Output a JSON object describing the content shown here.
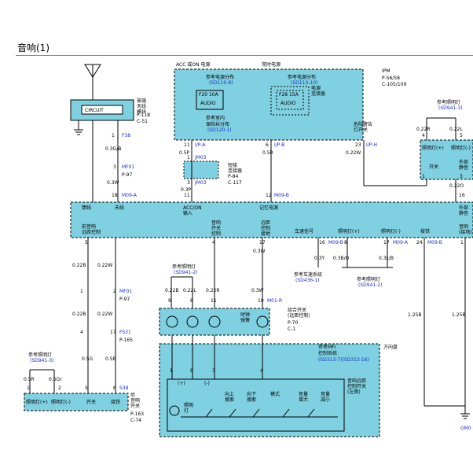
{
  "page": {
    "title": "音响(1)"
  },
  "colors": {
    "panel": "#7fd0e0",
    "panel_dark": "#5cc3d8",
    "wire": "#000000",
    "ref_blue": "#1a2fd0"
  },
  "top": {
    "acc_on_power": "ACC 或ON 电源",
    "memory_power": "常时电源",
    "ipm": "IPM",
    "ipm_conn": "P-56/58",
    "ipm_conn2": "C-105/109",
    "ref_power1": "参考电源分布",
    "ref_power1_id": "(SD110-9)",
    "ref_power2": "参考电源分布",
    "ref_power2_id": "(SD110-10)",
    "fuse1": "F20 10A",
    "fuse1_label": "AUDIO",
    "fuse2": "F28 15A",
    "fuse2_label": "AUDIO",
    "fuse2_note": "电源\n连接器",
    "ref_indoor": "参考室内",
    "ref_indoor2": "保险丝分布",
    "ref_indoor_id": "(SD120-1)",
    "hazard": "危险警告\n灯开关",
    "ref_lamp": "参考照明灯",
    "ref_lamp_id": "(SD941-3)"
  },
  "antenna": {
    "label": "CIRCUIT",
    "module": "玻璃\n天线\n模块",
    "conn": "P-118",
    "conn2": "C-51"
  },
  "pins_top": {
    "p1": "1",
    "f38": "F38",
    "w1": "0.3G/B",
    "p3": "3",
    "mf01": "MF01",
    "p97": "P-97",
    "w2": "0.3W",
    "p18": "18",
    "m09a": "M09-A",
    "ip11": "11",
    "ipa": "I/P-A",
    "w05p": "0.5P",
    "p1b": "1",
    "jm03": "JM03",
    "short": "短接\n连接器",
    "p84": "P-84",
    "c117": "C-117",
    "p3b": "3",
    "jm03b": "JM03",
    "w03p": "0.3P",
    "p11": "11",
    "ip6": "6",
    "ipb": "I/P-B",
    "w05r": "0.5R",
    "p12": "12",
    "m09b": "M09-B",
    "ip23": "23",
    "iph": "I/P-H",
    "w022w": "0.22W",
    "rp4": "4",
    "r022r": "0.22R",
    "rp5": "5",
    "r022l": "0.22L",
    "rm": "M",
    "rp1": "1",
    "rp3": "3",
    "r022o": "0.22O",
    "rp16": "16",
    "rm2": "M"
  },
  "unit": {
    "feed": "馈线",
    "antenna": "天线",
    "acc_on": "ACC/ON\n输入",
    "memory": "记忆电源",
    "front_audio": "前音响\n远距控制",
    "audio_out": "音响\n开关\n控制",
    "remote": "远距\n控制\n接地",
    "speed": "车速信号",
    "lamp_plus": "照明灯(+)",
    "lamp_minus": "照明灯(-)",
    "ground": "接铁",
    "right_audio": "音响\n(接地)",
    "right_ext": "外部\n静音"
  },
  "mid": {
    "n5": "5",
    "n4": "4",
    "n17": "17",
    "w03w": "0.3W",
    "n16": "16",
    "m09b": "M09-B",
    "w03y": "0.3Y",
    "n8": "8",
    "n17b": "17",
    "m09a": "M09-A",
    "w03b": "0.3B/O",
    "w03l": "0.3L/B",
    "n24": "24",
    "m09b2": "M09-B",
    "n1": "1",
    "m2": "M",
    "ref_speed": "参考车速系统",
    "ref_speed_id": "(SD436-1)",
    "ref_lamp2": "参考照明灯",
    "ref_lamp2_id": "(SD941-2)",
    "w022b": "0.22B",
    "w022w": "0.22W",
    "n1b": "1",
    "n2": "2",
    "mf01": "MF01",
    "p97": "P-97",
    "w022b2": "0.22B",
    "w022w2": "0.22W",
    "n4b": "4",
    "n17c": "17",
    "fs31": "FS31",
    "p165": "P-165",
    "w05g": "0.5G",
    "w05b": "0.5B",
    "ref_lamp3": "参考照明灯",
    "ref_lamp3_id": "(SD941-2)",
    "c022b": "0.22B",
    "c022l": "0.22L",
    "c022r": "0.22R",
    "c03w": "0.3W",
    "c9": "9",
    "c8": "8",
    "c11": "11",
    "c10": "10",
    "m01r": "M01-R",
    "clock_switch": "时钟\n弹簧",
    "combo": "组合开关\n(远距控制)",
    "p70": "P-70",
    "c1": "C-1",
    "w125b": "1.25B",
    "w125b2": "1.25B"
  },
  "steering": {
    "title": "方向盘",
    "ref_mfi": "参考MFI",
    "ref_mfi2": "控制系统",
    "ref_mfi_id": "(SD313-7)(SD313-16)",
    "s1": "1",
    "s8": "8",
    "s3": "3",
    "s4": "4",
    "plus": "(+)",
    "minus": "(-)",
    "lamp": "照明\n灯",
    "btn1": "向上\n搜索",
    "btn2": "向下\n搜索",
    "btn3": "模式",
    "btn4": "音量\n增大",
    "btn5": "音量\n减小",
    "remote_switch": "音响远距\n控制开关\n(左侧)"
  },
  "left_bottom": {
    "ref_lamp": "参考照明灯",
    "ref_lamp_id": "(SD941-3)",
    "w05r": "0.5R",
    "w05gr": "0.5Gr",
    "n1": "1",
    "n2": "2",
    "n5": "5",
    "n6": "6",
    "s38": "S38",
    "lamp_plus": "照明灯(+)",
    "lamp_minus": "照明灯(-)",
    "switch": "开关",
    "ground": "接铁",
    "rear_audio": "后\n音响\n开关",
    "p163": "P-163",
    "c74": "C-74"
  },
  "right_side": {
    "lamp_plus": "照明灯(+)",
    "lamp_minus": "照明灯(-)",
    "switch": "开关",
    "ext": "外部\n静音",
    "gm": "GM0"
  }
}
